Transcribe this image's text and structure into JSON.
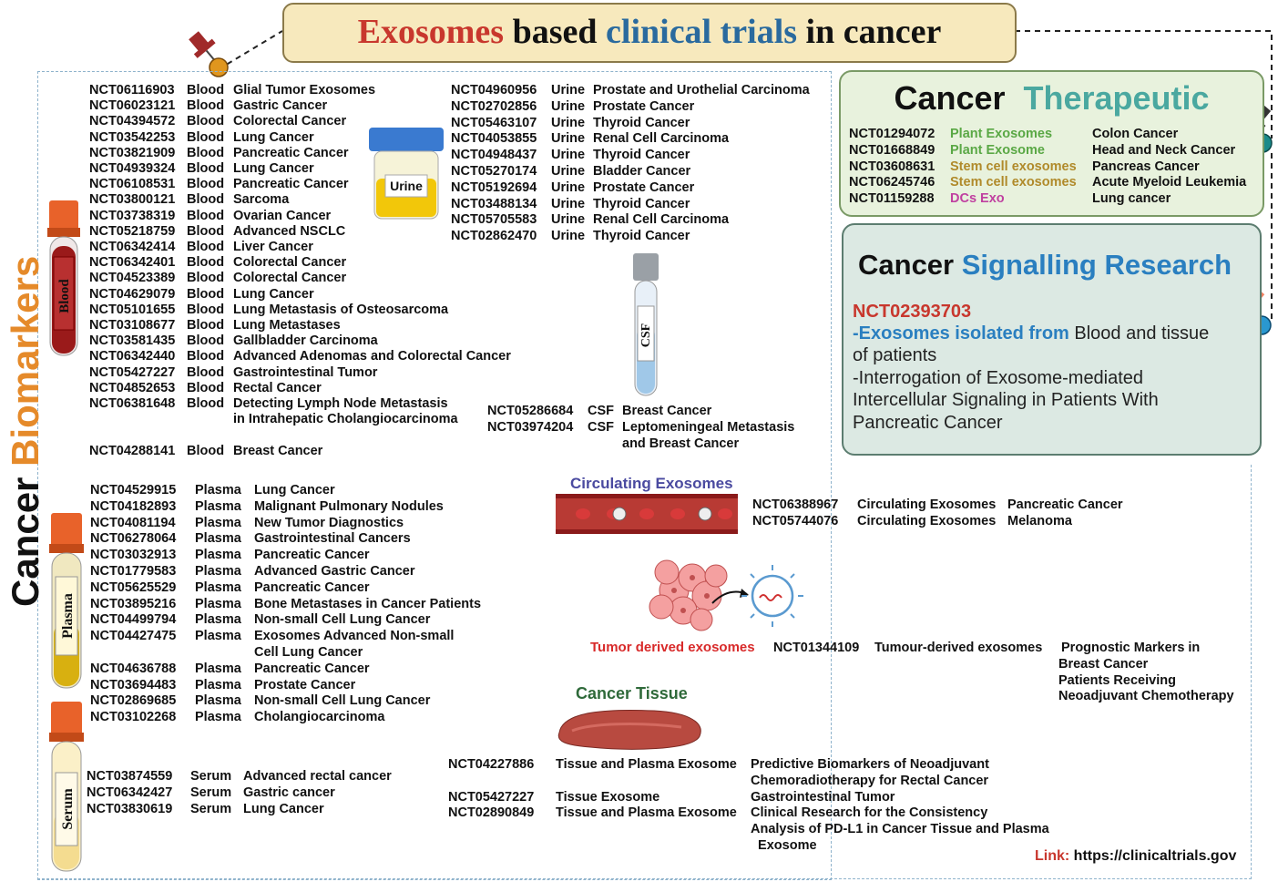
{
  "title": {
    "part1": "Exosomes",
    "part2": " based ",
    "part3": "clinical trials",
    "part4": " in cancer"
  },
  "side_label": {
    "part1": "Cancer ",
    "part2": "Biomarkers"
  },
  "tube_labels": {
    "urine": "Urine",
    "blood": "Blood",
    "csf": "CSF",
    "plasma": "Plasma",
    "serum": "Serum"
  },
  "blood_trials": [
    [
      "NCT06116903",
      "Blood",
      "Glial Tumor Exosomes"
    ],
    [
      "NCT06023121",
      "Blood",
      "Gastric Cancer"
    ],
    [
      "NCT04394572",
      "Blood",
      "Colorectal Cancer"
    ],
    [
      "NCT03542253",
      "Blood",
      "Lung Cancer"
    ],
    [
      "NCT03821909",
      "Blood",
      "Pancreatic Cancer"
    ],
    [
      "NCT04939324",
      "Blood",
      "Lung Cancer"
    ],
    [
      "NCT06108531",
      "Blood",
      "Pancreatic Cancer"
    ],
    [
      "NCT03800121",
      "Blood",
      "Sarcoma"
    ],
    [
      "NCT03738319",
      "Blood",
      "Ovarian Cancer"
    ],
    [
      "NCT05218759",
      "Blood",
      "Advanced NSCLC"
    ],
    [
      "NCT06342414",
      "Blood",
      "Liver Cancer"
    ],
    [
      "NCT06342401",
      "Blood",
      "Colorectal Cancer"
    ],
    [
      "NCT04523389",
      "Blood",
      "Colorectal Cancer"
    ],
    [
      "NCT04629079",
      "Blood",
      "Lung Cancer"
    ],
    [
      "NCT05101655",
      "Blood",
      "Lung Metastasis of Osteosarcoma"
    ],
    [
      "NCT03108677",
      "Blood",
      "Lung Metastases"
    ],
    [
      "NCT03581435",
      "Blood",
      "Gallbladder Carcinoma"
    ],
    [
      "NCT06342440",
      "Blood",
      "Advanced Adenomas  and Colorectal Cancer"
    ],
    [
      "NCT05427227",
      "Blood",
      "Gastrointestinal Tumor"
    ],
    [
      "NCT04852653",
      "Blood",
      "Rectal Cancer"
    ],
    [
      "NCT06381648",
      "Blood",
      "Detecting Lymph Node Metastasis"
    ],
    [
      "",
      "",
      "in Intrahepatic Cholangiocarcinoma"
    ],
    [
      "NCT04288141",
      "Blood",
      "Breast Cancer"
    ]
  ],
  "urine_trials": [
    [
      "NCT04960956",
      "Urine",
      "Prostate and Urothelial Carcinoma"
    ],
    [
      "NCT02702856",
      "Urine",
      "Prostate Cancer"
    ],
    [
      "NCT05463107",
      "Urine",
      "Thyroid Cancer"
    ],
    [
      "NCT04053855",
      "Urine",
      "Renal Cell Carcinoma"
    ],
    [
      "NCT04948437",
      "Urine",
      "Thyroid Cancer"
    ],
    [
      "NCT05270174",
      "Urine",
      "Bladder Cancer"
    ],
    [
      "NCT05192694",
      "Urine",
      "Prostate Cancer"
    ],
    [
      "NCT03488134",
      "Urine",
      "Thyroid Cancer"
    ],
    [
      "NCT05705583",
      "Urine",
      "Renal Cell Carcinoma"
    ],
    [
      "NCT02862470",
      "Urine",
      "Thyroid Cancer"
    ]
  ],
  "csf_trials": [
    [
      "NCT05286684",
      "CSF",
      "Breast Cancer"
    ],
    [
      "NCT03974204",
      "CSF",
      "Leptomeningeal Metastasis"
    ],
    [
      "",
      "",
      "and Breast Cancer"
    ]
  ],
  "plasma_trials": [
    [
      "NCT04529915",
      "Plasma",
      "Lung Cancer"
    ],
    [
      "NCT04182893",
      "Plasma",
      "Malignant Pulmonary Nodules"
    ],
    [
      "NCT04081194",
      "Plasma",
      "New Tumor Diagnostics"
    ],
    [
      "NCT06278064",
      "Plasma",
      "Gastrointestinal Cancers"
    ],
    [
      "NCT03032913",
      "Plasma",
      "Pancreatic Cancer"
    ],
    [
      "NCT01779583",
      "Plasma",
      "Advanced Gastric Cancer"
    ],
    [
      "NCT05625529",
      "Plasma",
      "Pancreatic Cancer"
    ],
    [
      "NCT03895216",
      "Plasma",
      "Bone Metastases in Cancer Patients"
    ],
    [
      "NCT04499794",
      "Plasma",
      "Non-small Cell Lung Cancer"
    ],
    [
      "NCT04427475",
      "Plasma",
      "Exosomes Advanced Non-small"
    ],
    [
      "",
      "",
      "Cell Lung Cancer"
    ],
    [
      "NCT04636788",
      "Plasma",
      "Pancreatic Cancer"
    ],
    [
      "NCT03694483",
      "Plasma",
      "Prostate Cancer"
    ],
    [
      "NCT02869685",
      "Plasma",
      "Non-small Cell Lung Cancer"
    ],
    [
      "NCT03102268",
      "Plasma",
      "Cholangiocarcinoma"
    ]
  ],
  "serum_trials": [
    [
      "NCT03874559",
      "Serum",
      "Advanced rectal cancer"
    ],
    [
      "NCT06342427",
      "Serum",
      "Gastric cancer"
    ],
    [
      "NCT03830619",
      "Serum",
      "Lung Cancer"
    ]
  ],
  "therapeutic": {
    "title_a": "Cancer",
    "title_b": "Therapeutic",
    "rows": [
      {
        "id": "NCT01294072",
        "source": "Plant Exosomes",
        "cancer": "Colon Cancer",
        "color": "#5aa845"
      },
      {
        "id": "NCT01668849",
        "source": "Plant Exosome",
        "cancer": "Head and Neck Cancer",
        "color": "#5aa845"
      },
      {
        "id": "NCT03608631",
        "source": "Stem cell exosomes",
        "cancer": "Pancreas Cancer",
        "color": "#b08a2a"
      },
      {
        "id": "NCT06245746",
        "source": "Stem cell exosomes",
        "cancer": "Acute Myeloid Leukemia",
        "color": "#b08a2a"
      },
      {
        "id": "NCT01159288",
        "source": "DCs Exo",
        "cancer": "Lung cancer",
        "color": "#c040a0"
      }
    ]
  },
  "signalling": {
    "title_a": "Cancer",
    "title_b": "Signalling Research",
    "id": "NCT02393703",
    "line1_hl": "-Exosomes isolated from",
    "line1_rest": " Blood and tissue",
    "line2": "of patients",
    "line3": "-Interrogation of Exosome-mediated",
    "line4": "Intercellular Signaling in Patients With",
    "line5": "Pancreatic Cancer"
  },
  "circulating": {
    "label": "Circulating Exosomes",
    "rows": [
      [
        "NCT06388967",
        "Circulating Exosomes",
        "Pancreatic Cancer"
      ],
      [
        "NCT05744076",
        "Circulating Exosomes",
        "Melanoma"
      ]
    ]
  },
  "tumor": {
    "label": "Tumor derived exosomes",
    "id": "NCT01344109",
    "source": "Tumour-derived exosomes",
    "desc": [
      "Prognostic Markers in",
      "Breast Cancer",
      "Patients Receiving",
      "Neoadjuvant Chemotherapy"
    ]
  },
  "tissue": {
    "label": "Cancer Tissue",
    "rows": [
      {
        "id": "NCT04227886",
        "source": "Tissue and Plasma Exosome",
        "desc": [
          "Predictive Biomarkers of Neoadjuvant",
          "Chemoradiotherapy for Rectal Cancer"
        ]
      },
      {
        "id": "NCT05427227",
        "source": "Tissue Exosome",
        "desc": [
          "Gastrointestinal Tumor"
        ]
      },
      {
        "id": "NCT02890849",
        "source": "Tissue and Plasma Exosome",
        "desc": [
          "Clinical Research for the Consistency",
          "Analysis of PD-L1 in Cancer Tissue and Plasma",
          "  Exosome"
        ]
      }
    ]
  },
  "link": {
    "label": "Link:",
    "url": " https://clinicaltrials.gov"
  },
  "colors": {
    "red": "#c8372d",
    "blue": "#2a6a9e",
    "orange": "#e58a2a",
    "teal": "#4aa8a0"
  }
}
